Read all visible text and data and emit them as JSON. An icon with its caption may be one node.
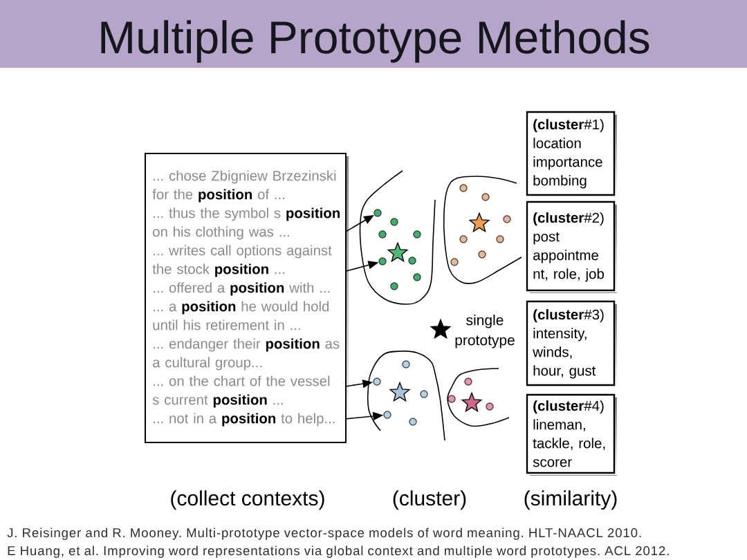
{
  "diagram": {
    "title": "Multiple Prototype Methods",
    "nodes": [
      {
        "text": [
          "... chose Zbigniew Brzezinski for the **position** of ...",
          "... thus the symbol s **position** on his clothing was ...",
          "... writes call options against the stock **position** ...",
          "... offered a **position** with ...",
          "... a **position** he would hold until his retirement in ...",
          "... endanger their **position** as a cultural group...",
          "... on the chart of the vessel s current **position** ...",
          "... not in a **position** to help..."
        ]
      },
      {
        "text": [],
        "shape": "circle"
      },
      {
        "text": [],
        "shape": "circle"
      },
      {
        "text": [],
        "shape": "star"
      },
      {
        "text": [],
        "shape": "star"
      },
      {
        "text": [],
        "shape": "star",
        "beside": [
          "single prototype"
        ]
      },
      {
        "text": [],
        "shape": "circle"
      },
      {
        "text": [],
        "shape": "circle"
      },
      {
        "text": [],
        "shape": "star"
      },
      {
        "text": [],
        "shape": "star"
      },
      {
        "text": [
          "**(cluster**#1)",
          "location importance bombing"
        ]
      },
      {
        "text": [
          "**(cluster**#2)",
          "post appointme nt, role, job"
        ]
      },
      {
        "text": [
          "**(cluster**#3)",
          "intensity, winds, hour, gust"
        ]
      },
      {
        "text": [
          "**(cluster**#4)",
          "lineman, tackle, role, scorer"
        ]
      }
    ],
    "edges": [
      {
        "from": 0,
        "to": 1,
        "arrow": "to"
      },
      {
        "from": 0,
        "to": 2,
        "arrow": "to"
      },
      {
        "from": 0,
        "to": 6,
        "arrow": "to"
      },
      {
        "from": 0,
        "to": 7,
        "arrow": "to"
      }
    ],
    "labels": [
      "(collect contexts)",
      "(cluster)",
      "(similarity)",
      "J. Reisinger and R. Mooney. Multi-prototype vector-space models of word meaning. HLT-NAACL 2010.",
      "E Huang, et al. Improving word representations via global context and multiple word prototypes. ACL 2012."
    ]
  }
}
